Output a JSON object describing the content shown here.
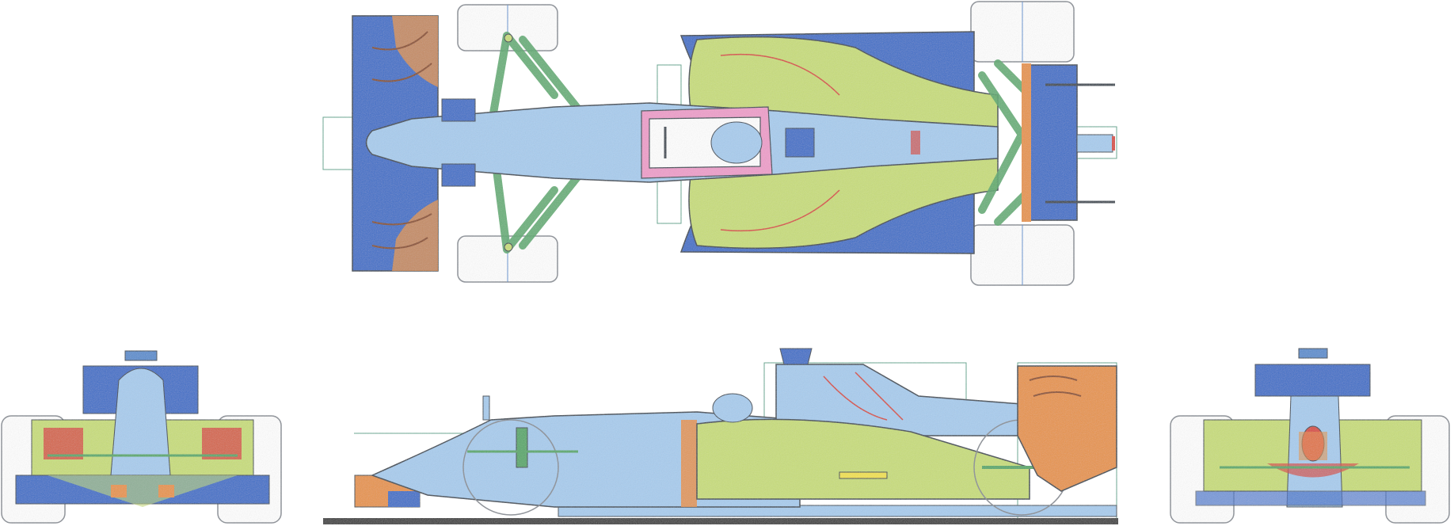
{
  "colors": {
    "body_blue": "#a9cdef",
    "wing_blue": "#3e6fc9",
    "side_green": "#c9de7a",
    "orange": "#e8944a",
    "suspension_green": "#57a96b",
    "red": "#d9463e",
    "pink": "#ef9fcb",
    "tire_outline": "#8a8f96",
    "guide_line": "#5aa38a",
    "ink": "#3a4450",
    "ground": "#3d3d3d"
  },
  "views": [
    {
      "name": "top-view"
    },
    {
      "name": "front-view"
    },
    {
      "name": "side-view"
    },
    {
      "name": "rear-view"
    }
  ]
}
